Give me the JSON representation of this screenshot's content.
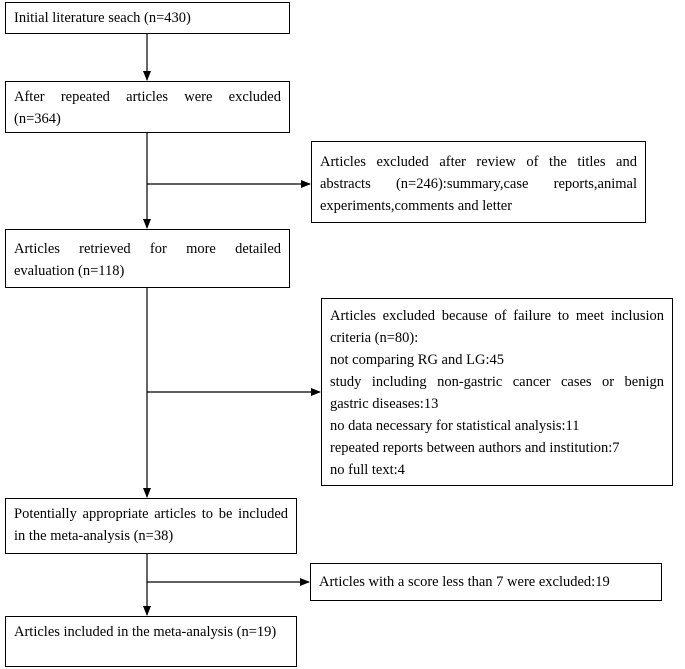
{
  "boxes": {
    "initial": {
      "text": "Initial literature seach (n=430)"
    },
    "after_repeated": {
      "text": "After repeated articles were excluded (n=364)"
    },
    "excluded_titles": {
      "text": "Articles excluded after review of the titles and abstracts (n=246):summary,case reports,animal experiments,comments and letter"
    },
    "retrieved": {
      "text": "Articles retrieved for more detailed evaluation (n=118)"
    },
    "excluded_criteria": {
      "heading": "Articles excluded because of failure to meet inclusion criteria (n=80):",
      "items": [
        "not comparing RG and LG:45",
        "study including non-gastric cancer cases or benign gastric diseases:13",
        "no data necessary for statistical analysis:11",
        "repeated reports between authors and institution:7",
        "no full text:4"
      ]
    },
    "potentially": {
      "text": "Potentially appropriate articles to be included in the meta-analysis (n=38)"
    },
    "score": {
      "text": "Articles with a score less than 7 were excluded:19"
    },
    "included": {
      "text": "Articles included in the meta-analysis (n=19)"
    }
  }
}
